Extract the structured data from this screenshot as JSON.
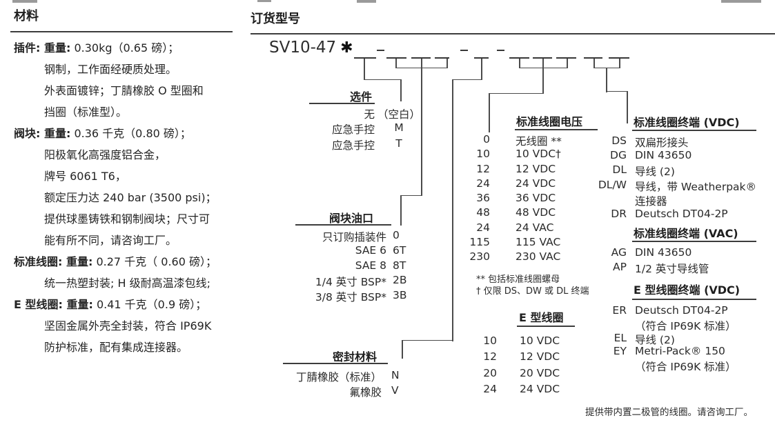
{
  "colors": {
    "ink": "#242424",
    "line": "#4a4a4a"
  },
  "materials": {
    "title": "材料",
    "lines": [
      {
        "b": "插件: 重量:",
        "t": " 0.30kg（0.65 磅）；"
      },
      {
        "t": "钢制，工作面经硬质处理。"
      },
      {
        "t": "外表面镀锌；丁腈橡胶 O 型圈和"
      },
      {
        "t": "挡圈（标准型）。"
      },
      {
        "b": "阀块: 重量:",
        "t": " 0.36 千克（0.80 磅）；"
      },
      {
        "t": "阳极氧化高强度铝合金，"
      },
      {
        "t": "牌号 6061 T6，"
      },
      {
        "t": "额定压力达 240 bar (3500 psi)；"
      },
      {
        "t": "提供球墨铸铁和钢制阀块；尺寸可"
      },
      {
        "t": "能有所不同，请咨询工厂。"
      },
      {
        "b": "标准线圈: 重量:",
        "t": " 0.27 千克（ 0.60 磅）；"
      },
      {
        "t": "统一热塑封装; H 级耐高温漆包线;"
      },
      {
        "b": "E 型线圈: 重量:",
        "t": " 0.41 千克（0.9 磅）；"
      },
      {
        "t": "坚固金属外壳全封装，符合 IP69K"
      },
      {
        "t": "防护标准，配有集成连接器。"
      }
    ]
  },
  "ordering": {
    "title": "订货型号",
    "model": "SV10-47",
    "star": "✱",
    "options": {
      "header": "选件",
      "rows": [
        [
          "无",
          "（空白）"
        ],
        [
          "应急手控",
          "M"
        ],
        [
          "应急手控",
          "T"
        ]
      ]
    },
    "ports": {
      "header": "阀块油口",
      "rows": [
        [
          "只订购插装件",
          "0"
        ],
        [
          "SAE 6",
          "6T"
        ],
        [
          "SAE 8",
          "8T"
        ],
        [
          "1/4 英寸 BSP*",
          "2B"
        ],
        [
          "3/8 英寸 BSP*",
          "3B"
        ]
      ]
    },
    "seals": {
      "header": "密封材料",
      "rows": [
        [
          "丁腈橡胶（标准）",
          "N"
        ],
        [
          "氟橡胶",
          "V"
        ]
      ]
    },
    "std_voltage": {
      "header": "标准线圈电压",
      "rows": [
        [
          "0",
          "无线圈 **"
        ],
        [
          "10",
          "10 VDC†"
        ],
        [
          "12",
          "12 VDC"
        ],
        [
          "24",
          "24 VDC"
        ],
        [
          "36",
          "36 VDC"
        ],
        [
          "48",
          "48 VDC"
        ],
        [
          "24",
          "24 VAC"
        ],
        [
          "115",
          "115 VAC"
        ],
        [
          "230",
          "230 VAC"
        ]
      ]
    },
    "footnotes": [
      "** 包括标准线圈螺母",
      "† 仅限 DS、DW 或 DL 终端"
    ],
    "e_coil": {
      "header": "E 型线圈",
      "rows": [
        [
          "10",
          "10 VDC"
        ],
        [
          "12",
          "12 VDC"
        ],
        [
          "20",
          "20 VDC"
        ],
        [
          "24",
          "24 VDC"
        ]
      ]
    },
    "std_term_vdc": {
      "header": "标准线圈终端 (VDC)",
      "rows": [
        [
          "DS",
          "双扁形接头"
        ],
        [
          "DG",
          "DIN 43650"
        ],
        [
          "DL",
          "导线 (2)"
        ],
        [
          "DL/W",
          "导线，带 Weatherpak®"
        ],
        [
          "",
          "连接器"
        ],
        [
          "DR",
          "Deutsch DT04-2P"
        ]
      ]
    },
    "std_term_vac": {
      "header": "标准线圈终端 (VAC)",
      "rows": [
        [
          "AG",
          "DIN 43650"
        ],
        [
          "AP",
          "1/2 英寸导线管"
        ]
      ]
    },
    "e_term_vdc": {
      "header": "E 型线圈终端 (VDC)",
      "rows": [
        [
          "ER",
          "Deutsch DT04-2P"
        ],
        [
          "",
          "（符合 IP69K 标准）"
        ],
        [
          "EL",
          "导线 (2)"
        ],
        [
          "EY",
          "Metri-Pack® 150"
        ],
        [
          "",
          "（符合 IP69K 标准）"
        ]
      ]
    },
    "note": "提供带内置二极管的线圈。请咨询工厂。"
  }
}
